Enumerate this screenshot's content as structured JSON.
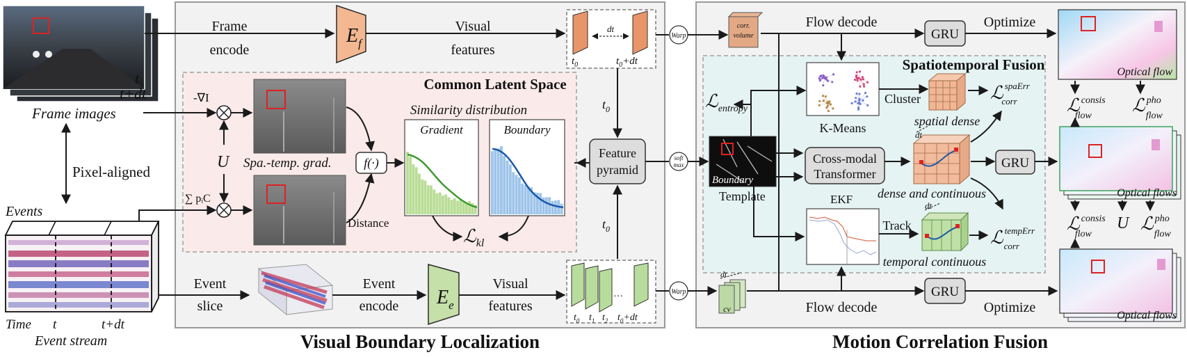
{
  "left": {
    "frame_t": "t",
    "frame_tdt": "t+dt",
    "frame_images_caption": "Frame images",
    "pixel_aligned": "Pixel-aligned",
    "events_label": "Events",
    "time_label": "Time",
    "t_label": "t",
    "tdt_label": "t+dt",
    "event_stream_caption": "Event stream"
  },
  "vbl": {
    "title": "Visual Boundary Localization",
    "frame_encode_1": "Frame",
    "frame_encode_2": "encode",
    "ef_label": "E",
    "ef_sub": "f",
    "visual_features_1": "Visual",
    "visual_features_2": "features",
    "dt": "dt",
    "t0": "t",
    "t0_sub": "0",
    "t0dt": "t",
    "t0dt_sub": "0",
    "t0dt_suffix": "+dt",
    "warp": "Warp",
    "cls_title": "Common Latent Space",
    "neg_grad": "-∇I",
    "u_label": "U",
    "sum_label": "∑ pᵢC",
    "spa_temp_grad": "Spa.-temp. grad.",
    "f_label": "f(·)",
    "distance": "Distance",
    "similarity_title": "Similarity distribution",
    "gradient": "Gradient",
    "boundary": "Boundary",
    "lkl": "ℒ",
    "lkl_sub": "kl",
    "feature_pyramid_1": "Feature",
    "feature_pyramid_2": "pyramid",
    "t0_arrow_top": "t",
    "t0_arrow_bottom": "t",
    "softmax_1": "soft",
    "softmax_2": "max",
    "event_slice_1": "Event",
    "event_slice_2": "slice",
    "event_encode_1": "Event",
    "event_encode_2": "encode",
    "ee_label": "E",
    "ee_sub": "e",
    "visual_features_b1": "Visual",
    "visual_features_b2": "features",
    "t1": "t",
    "t1_sub": "1",
    "t2": "t",
    "t2_sub": "2",
    "ellipsis": "···"
  },
  "mcf": {
    "title": "Motion Correlation Fusion",
    "corr_volume_1": "corr.",
    "corr_volume_2": "volume",
    "flow_decode_top": "Flow decode",
    "gru": "GRU",
    "optimize_top": "Optimize",
    "stf_title": "Spatiotemporal Fusion",
    "l_entropy": "ℒ",
    "l_entropy_sub": "entropy",
    "kmeans": "K-Means",
    "cluster": "Cluster",
    "spatial_dense": "spatial dense",
    "l_spaerr": "ℒ",
    "l_spaerr_sup": "spaErr",
    "l_spaerr_sub": "corr",
    "boundary_label": "Boundary",
    "template": "Template",
    "cross_modal_1": "Cross-modal",
    "cross_modal_2": "Transformer",
    "dense_continuous": "dense and continuous",
    "ekf": "EKF",
    "track": "Track",
    "temporal_continuous": "temporal continuous",
    "l_temperr": "ℒ",
    "l_temperr_sup": "tempErr",
    "l_temperr_sub": "corr",
    "cv_label": "cv",
    "flow_decode_bottom": "Flow decode",
    "optimize_bottom": "Optimize",
    "optical_flow": "Optical flow",
    "optical_flows_1": "Optical flows",
    "optical_flows_2": "Optical flows",
    "l_consis": "ℒ",
    "l_consis_sup": "consis",
    "l_consis_sub": "flow",
    "l_pho": "ℒ",
    "l_pho_sup": "pho",
    "l_pho_sub": "flow",
    "u_mid": "U"
  }
}
